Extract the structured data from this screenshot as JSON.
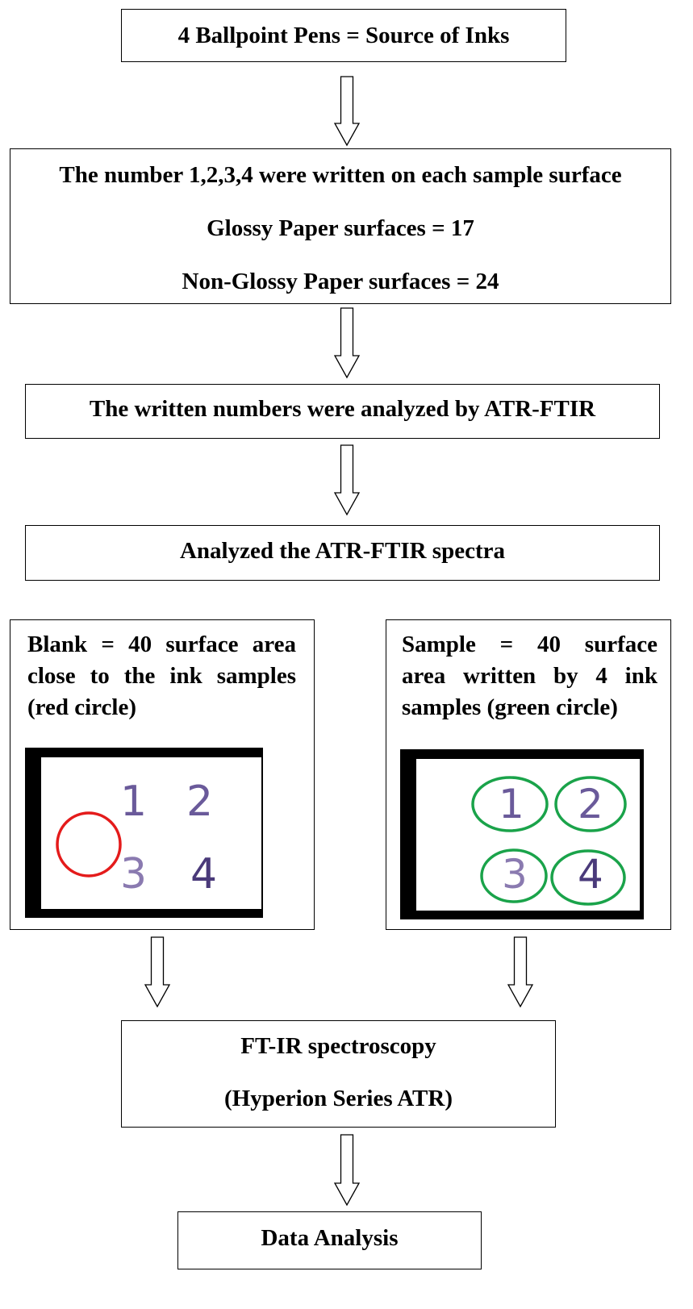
{
  "boxes": {
    "source": "4 Ballpoint Pens = Source of Inks",
    "surfaces": {
      "line1": "The number 1,2,3,4 were written on each sample surface",
      "line2": "Glossy Paper surfaces = 17",
      "line3": "Non-Glossy Paper surfaces = 24"
    },
    "analysis": "The written numbers were analyzed by ATR-FTIR",
    "spectra": "Analyzed the ATR-FTIR spectra",
    "blank": {
      "line1": "Blank = 40 surface area",
      "line2": "close to the ink samples",
      "line3": "(red circle)"
    },
    "sample": {
      "line1": "Sample = 40 surface",
      "line2": "area written by 4 ink",
      "line3": "samples (green circle)"
    },
    "ftir": {
      "line1": "FT-IR spectroscopy",
      "line2": "(Hyperion Series ATR)"
    },
    "data": "Data Analysis"
  },
  "photos": {
    "blank_digits": [
      "1",
      "2",
      "3",
      "4"
    ],
    "sample_digits": [
      "1",
      "2",
      "3",
      "4"
    ]
  },
  "colors": {
    "blank_circle": "#e41b1b",
    "sample_circle": "#1aa34a",
    "ink": "#5a4a8a"
  }
}
